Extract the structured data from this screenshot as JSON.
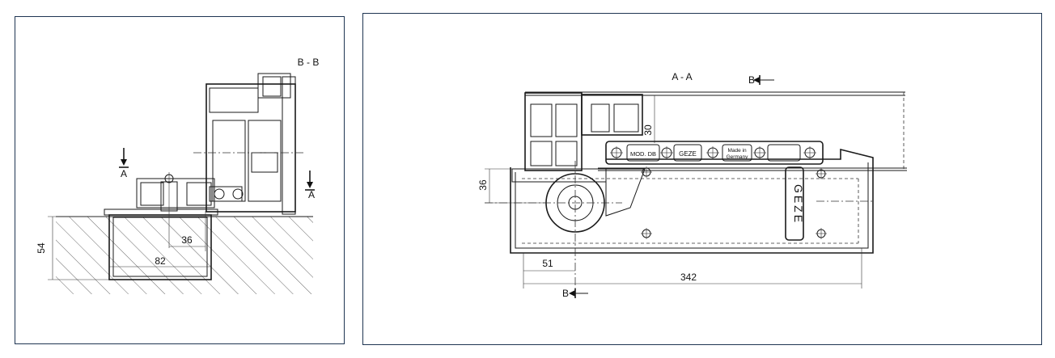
{
  "left_view": {
    "section_label": "B - B",
    "cut_marker_left": "A",
    "cut_marker_right": "A",
    "dim_depth": "54",
    "dim_offset": "36",
    "dim_width": "82"
  },
  "right_view": {
    "section_label": "A - A",
    "cut_marker_top": "B",
    "cut_marker_bottom": "B",
    "dim_height": "36",
    "dim_cover": "30",
    "dim_pivot": "51",
    "dim_length": "342",
    "plate_text_model": "MOD. DB",
    "plate_text_brand": "GEZE",
    "plate_text_made_line1": "Made in",
    "plate_text_made_line2": "Germany",
    "brand_vertical": "GEZE"
  }
}
